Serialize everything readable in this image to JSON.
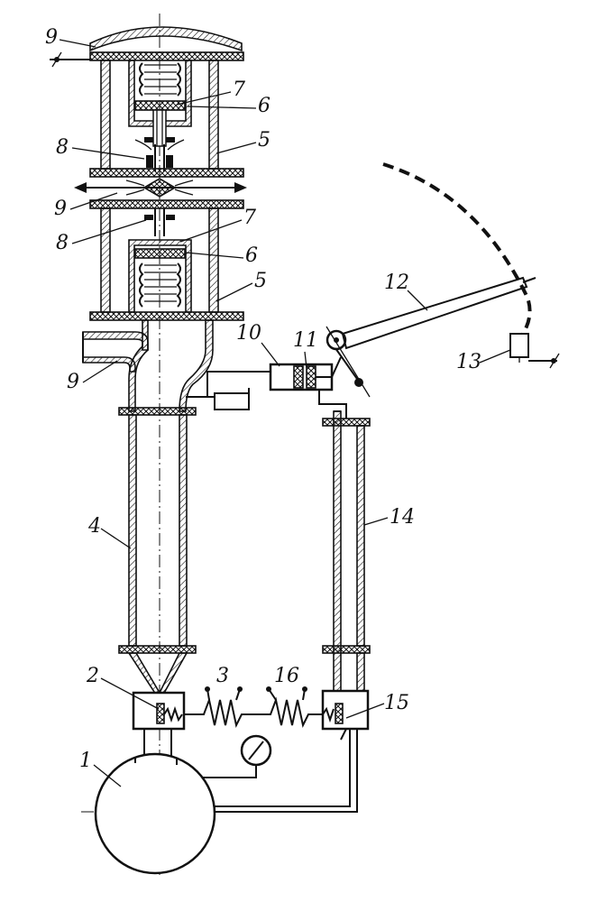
{
  "labels": {
    "l1": "1",
    "l2": "2",
    "l3": "3",
    "l4": "4",
    "l5a": "5",
    "l5b": "5",
    "l6a": "6",
    "l6b": "6",
    "l7a": "7",
    "l7b": "7",
    "l8a": "8",
    "l8b": "8",
    "l9a": "9",
    "l9b": "9",
    "l9c": "9",
    "l10": "10",
    "l11": "11",
    "l12": "12",
    "l13": "13",
    "l14": "14",
    "l15": "15",
    "l16": "16"
  },
  "colors": {
    "ink": "#111111",
    "paper": "#ffffff"
  }
}
